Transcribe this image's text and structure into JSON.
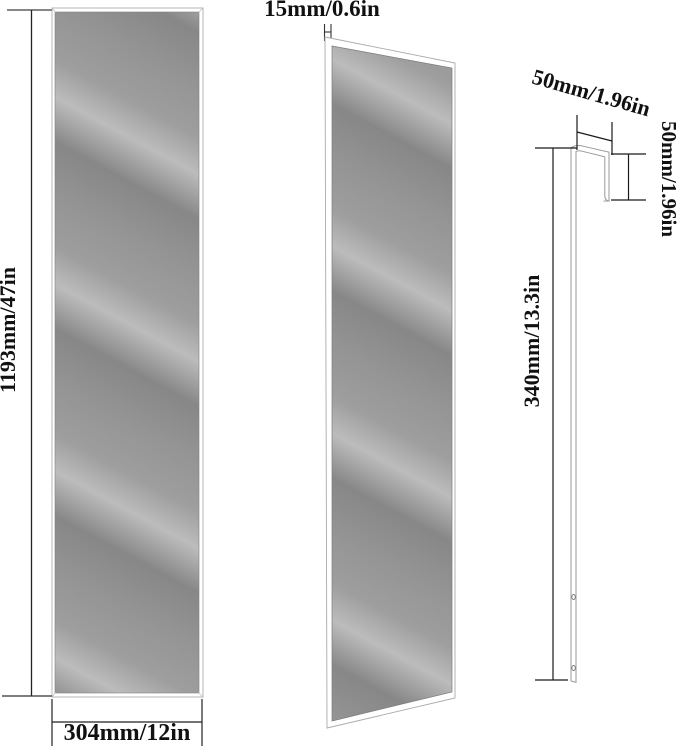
{
  "labels": {
    "front_height": "1193mm/47in",
    "front_width": "304mm/12in",
    "thickness": "15mm/0.6in",
    "hook_width": "50mm/1.96in",
    "hook_drop": "50mm/1.96in",
    "bracket_length": "340mm/13.3in"
  },
  "colors": {
    "background": "#ffffff",
    "mirror_dark": "#878787",
    "mirror_light": "#bcbcbc",
    "dimension_line": "#222222",
    "profile_outline": "#9a9a9a",
    "frame_outline": "#b5b5b5"
  }
}
